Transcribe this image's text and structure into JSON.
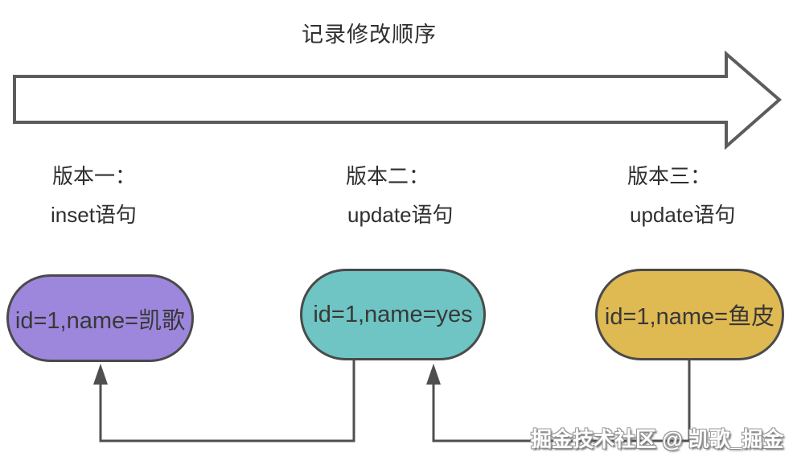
{
  "title": "记录修改顺序",
  "versions": [
    {
      "label": "版本一：",
      "statement": "inset语句",
      "record": "id=1,name=凯歌",
      "fill": "#9d87dd"
    },
    {
      "label": "版本二：",
      "statement": "update语句",
      "record": "id=1,name=yes",
      "fill": "#6ec5c3"
    },
    {
      "label": "版本三：",
      "statement": "update语句",
      "record": "id=1,name=鱼皮",
      "fill": "#dfb952"
    }
  ],
  "watermark": "掘金技术社区 @ 凯歌_掘金",
  "colors": {
    "background": "#ffffff",
    "arrow_outline": "#5c5c5c",
    "arrow_fill": "#ffffff",
    "connector": "#4f4f4f",
    "pill_border": "#4a4a4a",
    "pill_text": "#383838",
    "heading_text": "#2f2f2f",
    "watermark_text": "#ffffff",
    "purple": "#9d87dd",
    "teal": "#6ec5c3",
    "gold": "#dfb952"
  }
}
